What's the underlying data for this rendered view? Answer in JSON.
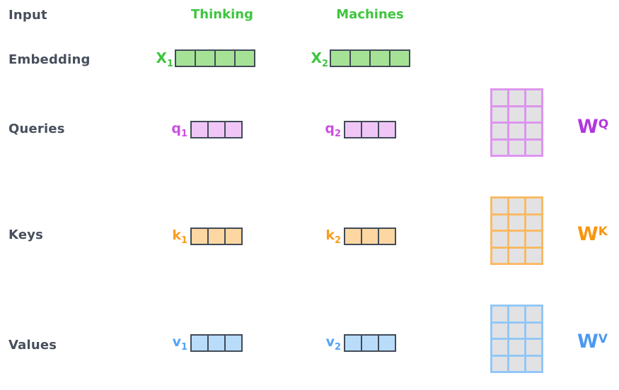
{
  "labels": {
    "input": "Input",
    "embedding": "Embedding",
    "queries": "Queries",
    "keys": "Keys",
    "values": "Values"
  },
  "words": [
    {
      "text": "Thinking"
    },
    {
      "text": "Machines"
    }
  ],
  "vectors": {
    "x1": {
      "base": "X",
      "sub": "1",
      "cells": 4
    },
    "x2": {
      "base": "X",
      "sub": "2",
      "cells": 4
    },
    "q1": {
      "base": "q",
      "sub": "1",
      "cells": 3
    },
    "q2": {
      "base": "q",
      "sub": "2",
      "cells": 3
    },
    "k1": {
      "base": "k",
      "sub": "1",
      "cells": 3
    },
    "k2": {
      "base": "k",
      "sub": "2",
      "cells": 3
    },
    "v1": {
      "base": "v",
      "sub": "1",
      "cells": 3
    },
    "v2": {
      "base": "v",
      "sub": "2",
      "cells": 3
    }
  },
  "matrices": {
    "wq": {
      "base": "W",
      "sup": "Q",
      "rows": 4,
      "cols": 3
    },
    "wk": {
      "base": "W",
      "sup": "K",
      "rows": 4,
      "cols": 3
    },
    "wv": {
      "base": "W",
      "sup": "V",
      "rows": 4,
      "cols": 3
    }
  },
  "colors": {
    "background": "#ffffff",
    "label_text": "#474f5c",
    "vector_border": "#414b57",
    "matrix_cell": "#e2e2e4",
    "green_text": "#3ec53e",
    "green_fill": "#a6e295",
    "purple_text": "#cb4fe3",
    "purple_fill": "#f0c6f7",
    "purple_grid": "#dd95ee",
    "purple_w": "#b137dd",
    "orange_text": "#f89d1f",
    "orange_fill": "#fcd7a2",
    "orange_grid": "#f9ba65",
    "orange_w": "#f8950f",
    "blue_text": "#54a3f7",
    "blue_fill": "#badcfb",
    "blue_grid": "#93c7f6",
    "blue_w": "#4d99f0"
  }
}
